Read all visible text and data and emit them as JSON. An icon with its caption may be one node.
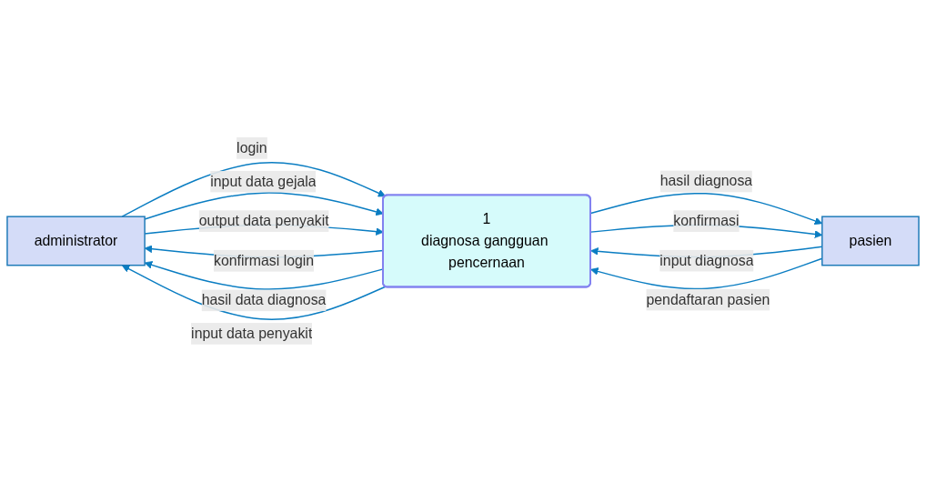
{
  "diagram": {
    "nodes": [
      {
        "text": [
          "administrator"
        ]
      },
      {
        "text": [
          "1",
          "diagnosa gangguan pencernaan"
        ]
      },
      {
        "text": [
          "pasien"
        ]
      }
    ],
    "edges": [
      {
        "from": 1,
        "to": 0,
        "arrow": "to",
        "label": "konfirmasi login"
      },
      {
        "from": 0,
        "to": 1,
        "arrow": "to",
        "label": "login"
      },
      {
        "from": 0,
        "to": 1,
        "arrow": "to",
        "label": "input data gejala"
      },
      {
        "from": 1,
        "to": 0,
        "arrow": "to",
        "label": "hasil data diagnosa"
      },
      {
        "from": 0,
        "to": 1,
        "arrow": "to",
        "label": "output data penyakit"
      },
      {
        "from": 1,
        "to": 0,
        "arrow": "to",
        "label": "input data penyakit"
      },
      {
        "from": 1,
        "to": 2,
        "arrow": "to",
        "label": "hasil diagnosa"
      },
      {
        "from": 2,
        "to": 1,
        "arrow": "to",
        "label": "input diagnosa"
      },
      {
        "from": 1,
        "to": 2,
        "arrow": "to",
        "label": "konfirmasi"
      },
      {
        "from": 2,
        "to": 1,
        "arrow": "to",
        "label": "pendaftaran pasien"
      }
    ]
  }
}
